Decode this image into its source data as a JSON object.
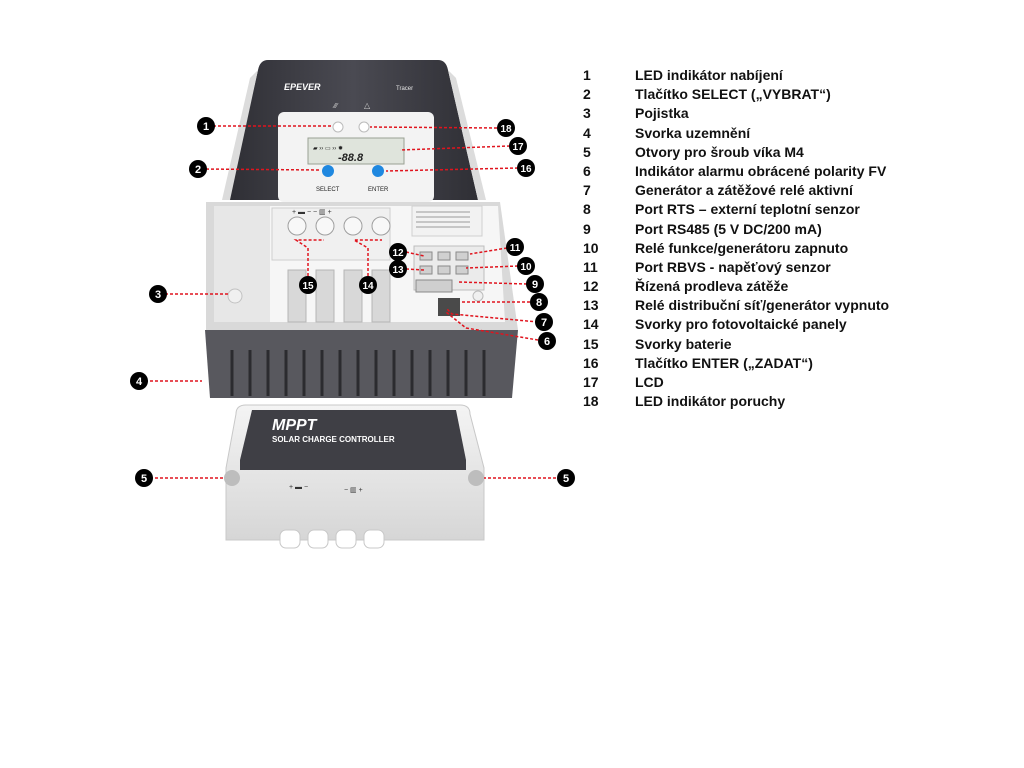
{
  "device": {
    "brand": "EPEVER",
    "model": "Tracer",
    "select_label": "SELECT",
    "enter_label": "ENTER",
    "lcd_digits": "-88.8",
    "cover_title": "MPPT",
    "cover_subtitle": "SOLAR CHARGE CONTROLLER"
  },
  "legend": [
    {
      "num": "1",
      "text": "LED indikátor nabíjení"
    },
    {
      "num": "2",
      "text": "Tlačítko SELECT („VYBRAT“)"
    },
    {
      "num": "3",
      "text": "Pojistka"
    },
    {
      "num": "4",
      "text": "Svorka uzemnění"
    },
    {
      "num": "5",
      "text": "Otvory pro šroub víka M4"
    },
    {
      "num": "6",
      "text": "Indikátor alarmu obrácené polarity FV"
    },
    {
      "num": "7",
      "text": "Generátor a zátěžové relé aktivní"
    },
    {
      "num": "8",
      "text": "Port RTS – externí teplotní senzor"
    },
    {
      "num": "9",
      "text": "Port RS485 (5 V DC/200 mA)"
    },
    {
      "num": "10",
      "text": "Relé funkce/generátoru zapnuto"
    },
    {
      "num": "11",
      "text": "Port RBVS - napěťový senzor"
    },
    {
      "num": "12",
      "text": "Řízená prodleva zátěže"
    },
    {
      "num": "13",
      "text": "Relé distribuční síť/generátor vypnuto"
    },
    {
      "num": "14",
      "text": "Svorky pro fotovoltaické panely"
    },
    {
      "num": "15",
      "text": "Svorky baterie"
    },
    {
      "num": "16",
      "text": "Tlačítko ENTER („ZADAT“)"
    },
    {
      "num": "17",
      "text": "LCD"
    },
    {
      "num": "18",
      "text": "LED indikátor poruchy"
    }
  ],
  "colors": {
    "callout_fill": "#000000",
    "leader_line": "#e0141e",
    "body_dark": "#3d3d43",
    "body_light": "#ececec",
    "button_blue": "#1f88e0"
  }
}
